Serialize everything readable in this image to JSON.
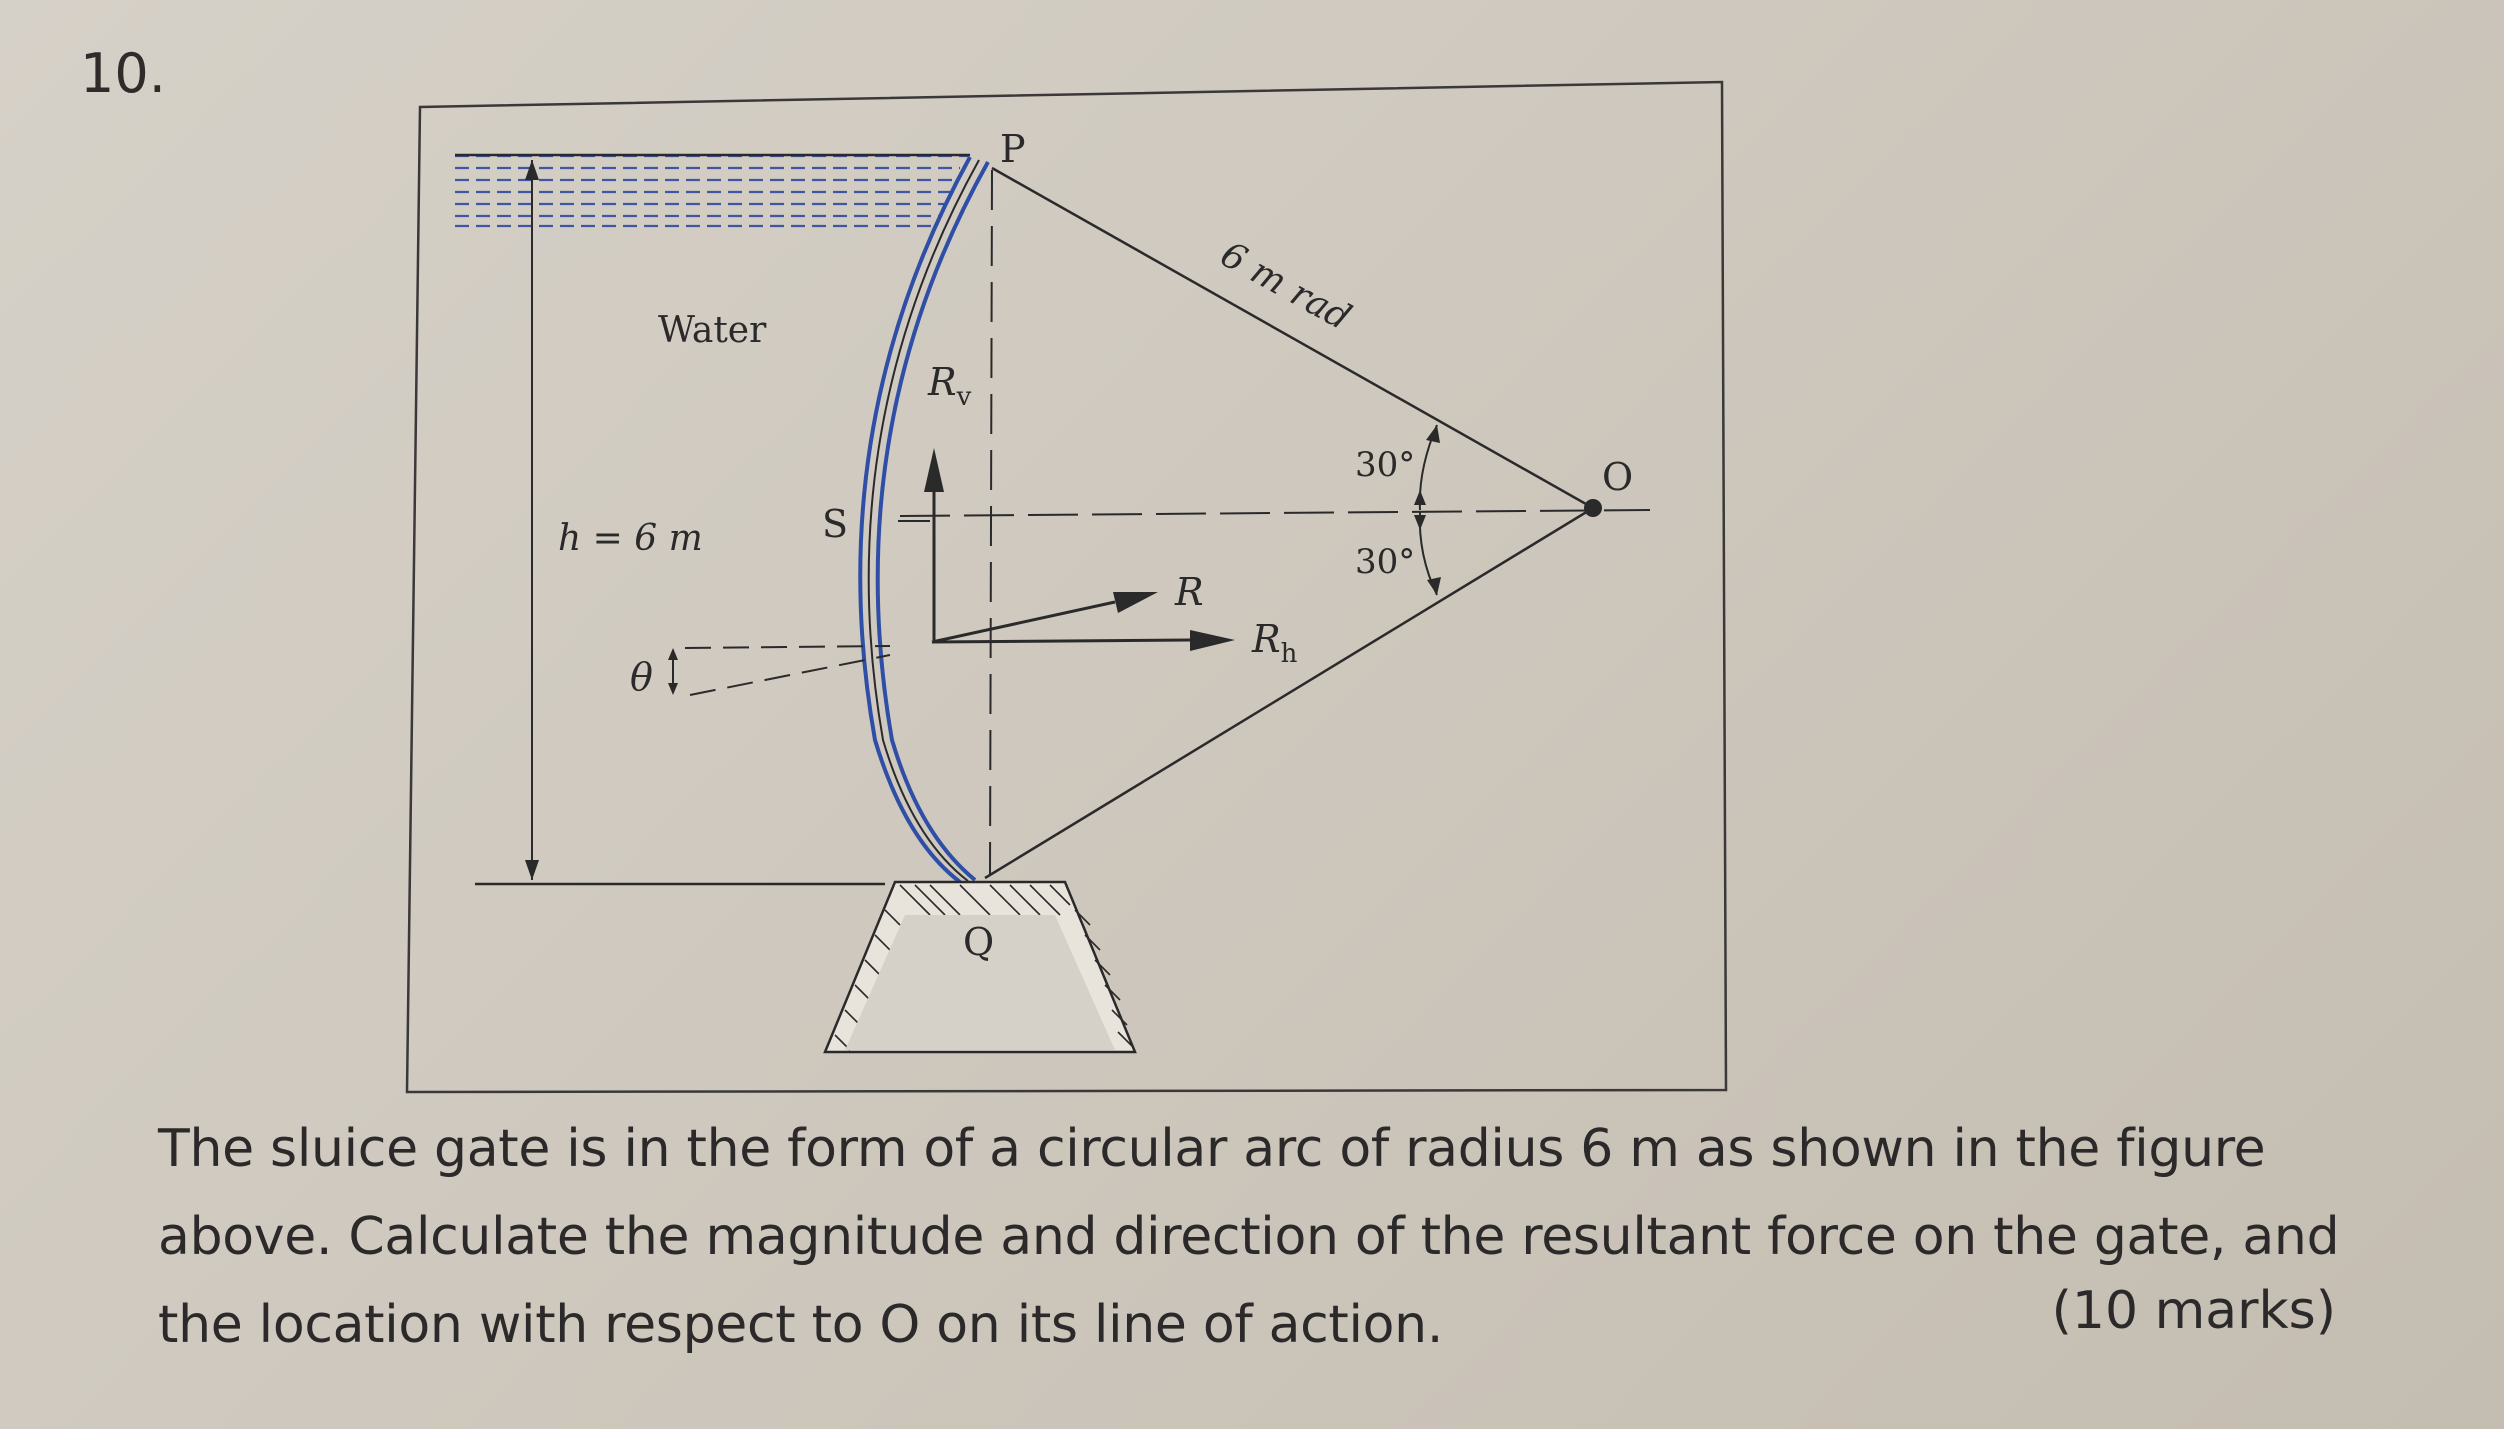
{
  "question": {
    "number": "10.",
    "text_lines": [
      "The sluice gate is in the form of a circular arc of radius 6 m as shown in the figure",
      "above. Calculate the magnitude and direction of the resultant force on the gate, and",
      "the location with respect to O on its line of action."
    ],
    "marks": "(10 marks)"
  },
  "figure": {
    "label_p": "P",
    "label_q": "Q",
    "label_o": "O",
    "label_s": "S",
    "label_water": "Water",
    "label_depth": "h = 6 m",
    "label_radius": "6 m rad",
    "label_angle_upper": "30°",
    "label_angle_lower": "30°",
    "label_theta": "θ",
    "label_r": "R",
    "label_rh": "R",
    "label_rh_sub": "h",
    "label_rv": "R",
    "label_rv_sub": "v",
    "colors": {
      "gate": "#2f4ea6",
      "line": "#2a2a2a",
      "water_dash": "#3f56a0"
    }
  }
}
